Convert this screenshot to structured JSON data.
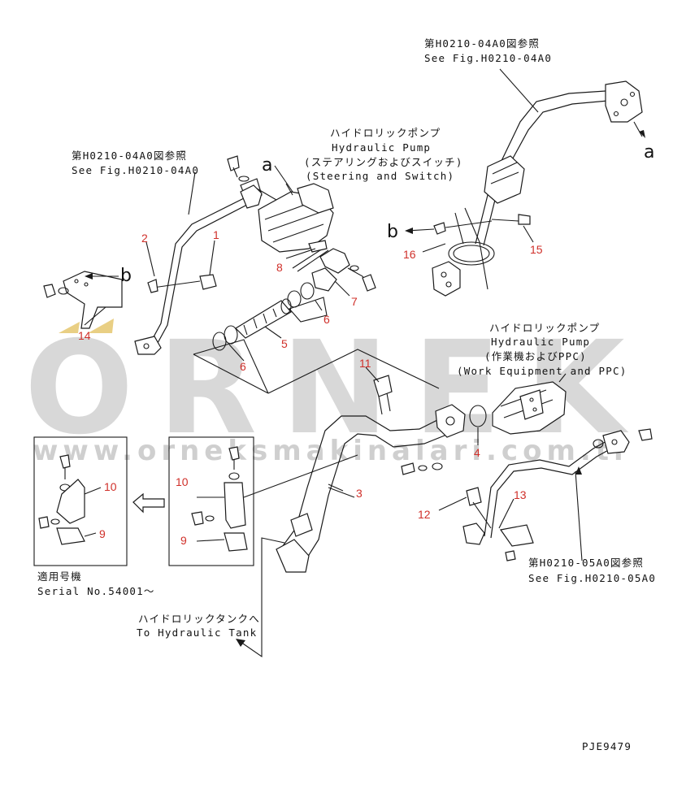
{
  "refs": {
    "fig_04a0_jp": "第H0210-04A0図参照",
    "fig_04a0_en": "See Fig.H0210-04A0",
    "fig_05a0_jp": "第H0210-05A0図参照",
    "fig_05a0_en": "See Fig.H0210-05A0"
  },
  "pump_steering": {
    "jp": "ハイドロリックポンプ",
    "en": "Hydraulic Pump",
    "sub_jp": "(ステアリングおよびスイッチ)",
    "sub_en": "(Steering and Switch)"
  },
  "pump_work": {
    "jp": "ハイドロリックポンプ",
    "en": "Hydraulic Pump",
    "sub_jp": "(作業機およびPPC)",
    "sub_en": "(Work Equipment and PPC)"
  },
  "tank": {
    "jp": "ハイドロリックタンクへ",
    "en": "To Hydraulic Tank"
  },
  "serial": {
    "jp": "適用号機",
    "en": "Serial No.54001〜"
  },
  "drawing_code": "PJE9479",
  "watermark": {
    "brand": "ORNEK",
    "url": "www.orneksmakinalari.com.tr"
  },
  "letters": {
    "a": "a",
    "b": "b"
  },
  "callouts": [
    "1",
    "2",
    "3",
    "4",
    "5",
    "6",
    "7",
    "8",
    "9",
    "10",
    "11",
    "12",
    "13",
    "14",
    "15",
    "16"
  ],
  "colors": {
    "callout": "#d0302a",
    "watermark": "#d8d8d8",
    "line": "#1a1a1a"
  }
}
